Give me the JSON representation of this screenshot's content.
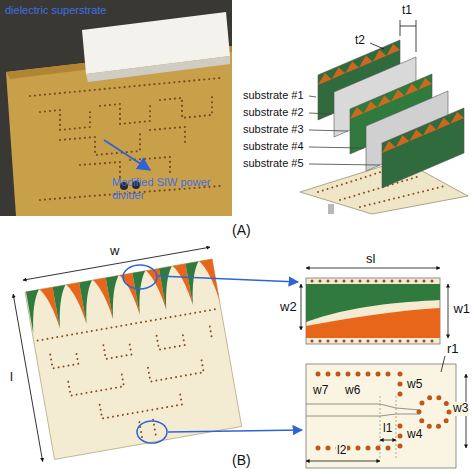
{
  "diagram": {
    "labels": [
      "dielectric superstrate",
      "Modified SIW power divider",
      "t1",
      "t2",
      "substrate #1",
      "substrate #2",
      "substrate #3",
      "substrate #4",
      "substrate #5",
      "(A)",
      "w",
      "l",
      "sl",
      "w1",
      "w2",
      "r1",
      "w5",
      "w4",
      "w3",
      "w7",
      "w6",
      "l1",
      "l2",
      "(B)"
    ]
  }
}
